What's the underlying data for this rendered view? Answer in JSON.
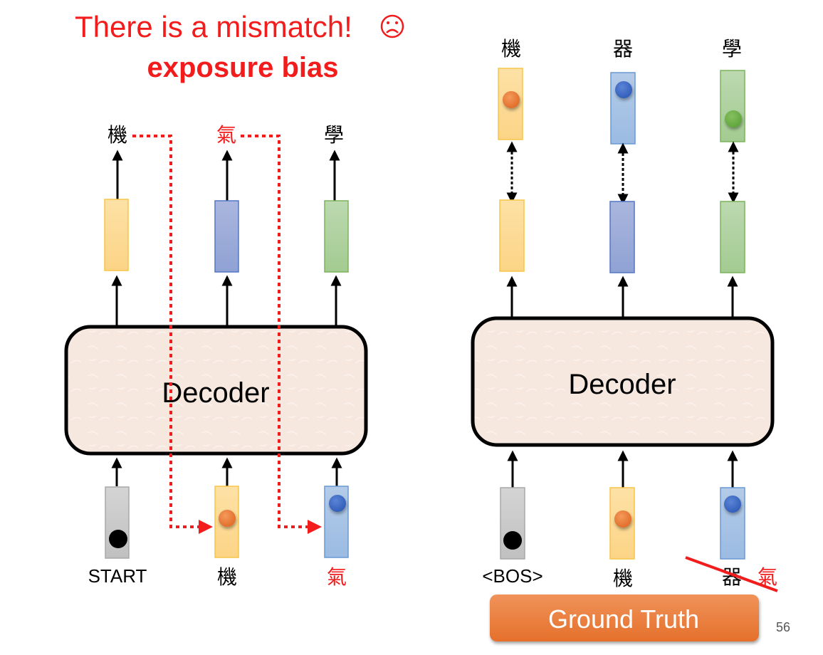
{
  "slide": {
    "title_line1": "There is a mismatch!",
    "title_emoji": "☹",
    "title_line2": "exposure bias",
    "page_number": "56",
    "colors": {
      "accent_red": "#f21c1c",
      "orange_btn": "#ec7a3a"
    }
  },
  "left_panel": {
    "decoder_label": "Decoder",
    "outputs": [
      {
        "char": "機",
        "color": "#000000"
      },
      {
        "char": "氣",
        "color": "#f21c1c"
      },
      {
        "char": "學",
        "color": "#000000"
      }
    ],
    "inputs": [
      {
        "label": "START",
        "color": "#000000"
      },
      {
        "label": "機",
        "color": "#000000"
      },
      {
        "label": "氣",
        "color": "#f21c1c"
      }
    ]
  },
  "right_panel": {
    "decoder_label": "Decoder",
    "targets": [
      {
        "char": "機"
      },
      {
        "char": "器"
      },
      {
        "char": "學"
      }
    ],
    "inputs": [
      {
        "label": "<BOS>"
      },
      {
        "label": "機"
      },
      {
        "label": "器",
        "struck_alt": "氣"
      }
    ],
    "ground_truth_label": "Ground Truth"
  }
}
